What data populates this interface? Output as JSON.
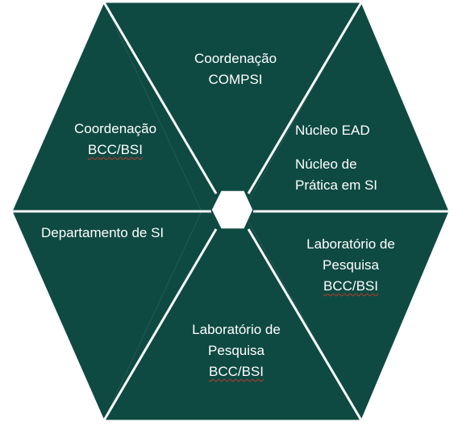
{
  "colors": {
    "segment_fill": "#0e4a42",
    "divider": "#ffffff",
    "text": "#ffffff",
    "spellcheck_underline": "#c0392b"
  },
  "segments": {
    "top": {
      "lines": [
        "Coordenação",
        "COMPSI"
      ]
    },
    "upper_left": {
      "lines": [
        "Coordenação",
        "BCC/BSI"
      ]
    },
    "upper_right": {
      "lines": [
        "Núcleo EAD",
        "Núcleo de",
        "Prática em SI"
      ]
    },
    "lower_left": {
      "lines": [
        "Departamento de SI"
      ]
    },
    "lower_right": {
      "lines": [
        "Laboratório de",
        "Pesquisa",
        "BCC/BSI"
      ]
    },
    "bottom": {
      "lines": [
        "Laboratório de",
        "Pesquisa",
        "BCC/BSI"
      ]
    }
  }
}
